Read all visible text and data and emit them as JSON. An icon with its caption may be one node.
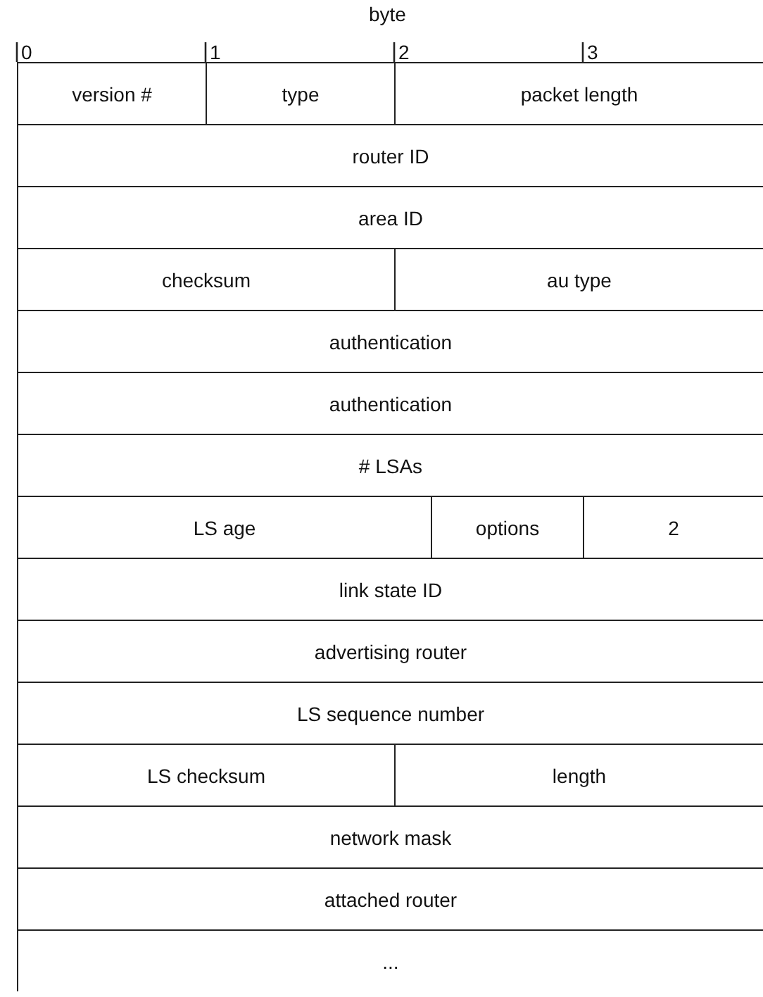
{
  "diagram": {
    "nodes": [
      {
        "text": [
          "version #"
        ]
      },
      {
        "text": [
          "type"
        ]
      },
      {
        "text": [
          "packet length"
        ]
      },
      {
        "text": [
          "router ID"
        ]
      },
      {
        "text": [
          "area ID"
        ]
      },
      {
        "text": [
          "checksum"
        ]
      },
      {
        "text": [
          "au type"
        ]
      },
      {
        "text": [
          "authentication"
        ]
      },
      {
        "text": [
          "authentication"
        ]
      },
      {
        "text": [
          "# LSAs"
        ]
      },
      {
        "text": [
          "LS age"
        ]
      },
      {
        "text": [
          "options"
        ]
      },
      {
        "text": [
          "2"
        ]
      },
      {
        "text": [
          "link state ID"
        ]
      },
      {
        "text": [
          "advertising router"
        ]
      },
      {
        "text": [
          "LS sequence number"
        ]
      },
      {
        "text": [
          "LS checksum"
        ]
      },
      {
        "text": [
          "length"
        ]
      },
      {
        "text": [
          "network mask"
        ]
      },
      {
        "text": [
          "attached router"
        ]
      },
      {
        "text": [
          "..."
        ]
      }
    ],
    "labels": [
      "byte",
      "0",
      "1",
      "2",
      "3"
    ]
  }
}
